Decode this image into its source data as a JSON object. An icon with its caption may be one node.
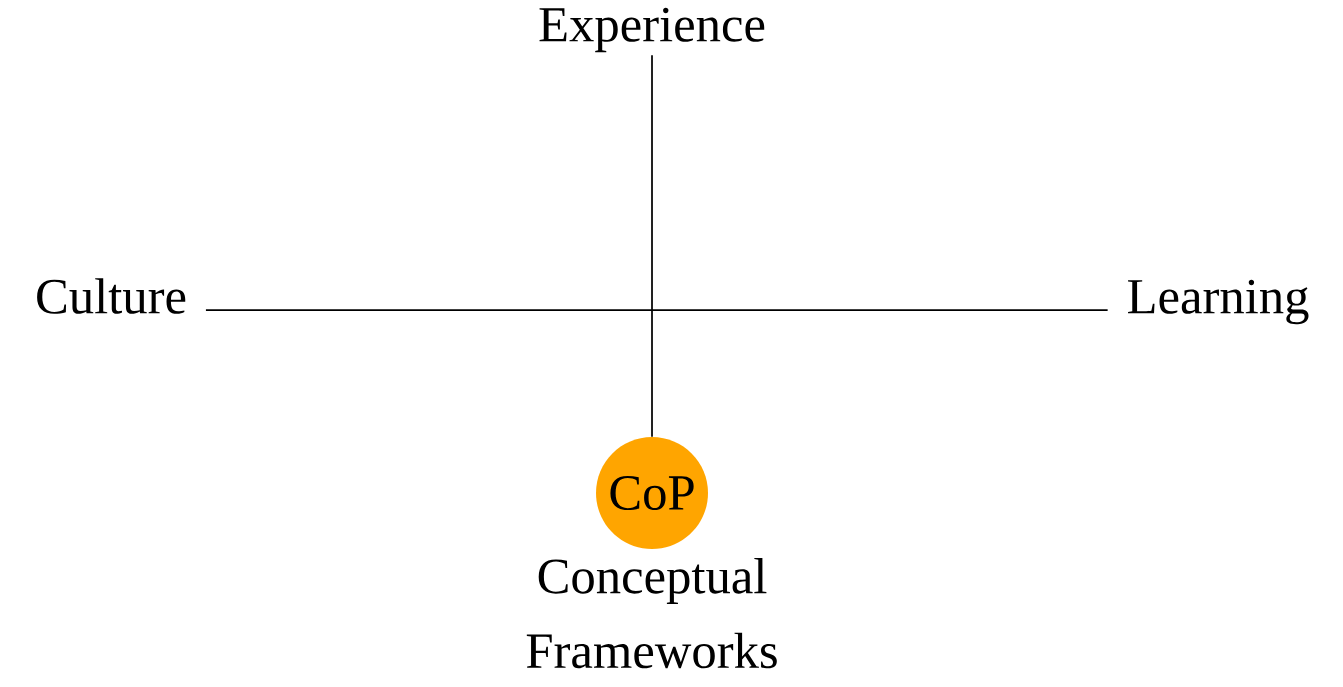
{
  "diagram": {
    "nodes": [
      {
        "text": [
          "Experience"
        ]
      },
      {
        "text": [
          "Culture"
        ]
      },
      {
        "text": [
          "Learning"
        ]
      },
      {
        "text": [
          "CoP"
        ],
        "beside": [
          "Conceptual Frameworks"
        ]
      }
    ],
    "edges": [
      {
        "from": 1,
        "to": 2,
        "arrow": "none"
      },
      {
        "from": 0,
        "to": 3,
        "arrow": "none"
      }
    ]
  }
}
